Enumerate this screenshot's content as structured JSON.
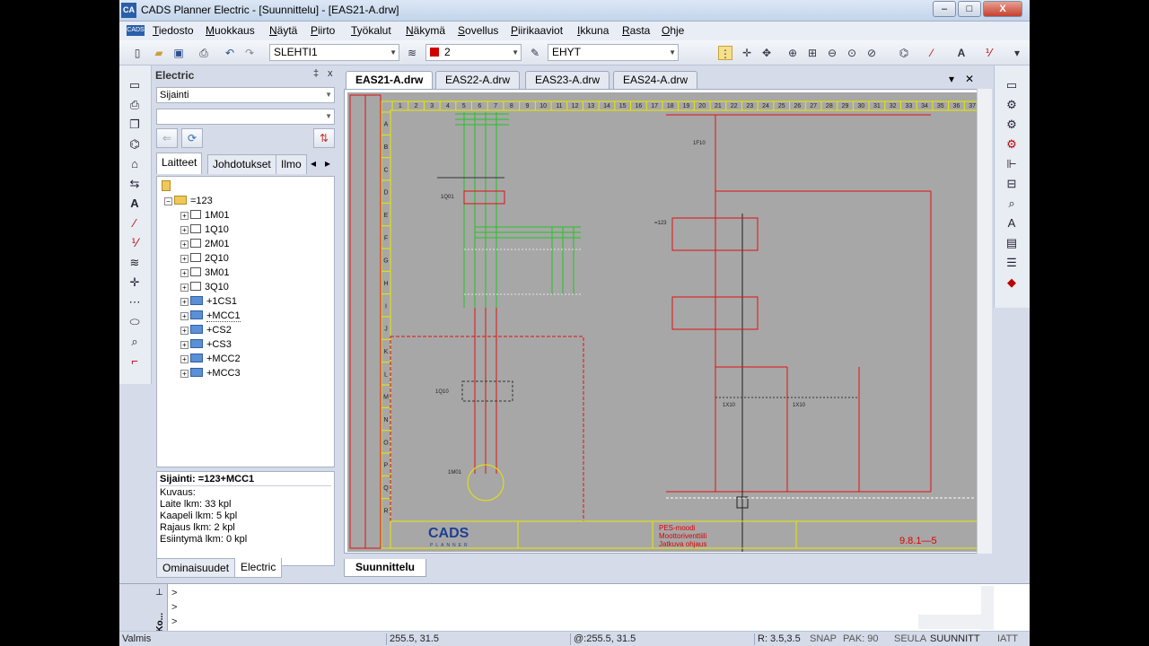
{
  "window": {
    "logo": "CA",
    "title": "CADS Planner Electric - [Suunnittelu] - [EAS21-A.drw]",
    "minimize": "–",
    "maximize": "□",
    "close": "X"
  },
  "menu": {
    "logo": "CADS",
    "items": [
      "Tiedosto",
      "Muokkaus",
      "Näytä",
      "Piirto",
      "Työkalut",
      "Näkymä",
      "Sovellus",
      "Piirikaaviot",
      "Ikkuna",
      "Rasta",
      "Ohje"
    ]
  },
  "toolbar": {
    "sheet_combo": "SLEHTI1",
    "color_combo": "2",
    "linetype_combo": "EHYT",
    "color_value": "#d10000"
  },
  "panel": {
    "title": "Electric",
    "pin": "‡",
    "close": "x",
    "location_combo": "Sijainti",
    "filter_combo": "",
    "tabs": [
      "Laitteet",
      "Johdotukset",
      "Ilmo"
    ],
    "tree_root": "=123",
    "tree_items": [
      "1M01",
      "1Q10",
      "2M01",
      "2Q10",
      "3M01",
      "3Q10",
      "+1CS1",
      "+MCC1",
      "+CS2",
      "+CS3",
      "+MCC2",
      "+MCC3"
    ],
    "props": {
      "location": "Sijainti: =123+MCC1",
      "description": "Kuvaus:",
      "device_count": "Laite lkm: 33 kpl",
      "cable_count": "Kaapeli lkm: 5 kpl",
      "limit_count": "Rajaus lkm: 2 kpl",
      "instance_count": "Esiintymä lkm: 0 kpl"
    },
    "bottom_tabs": [
      "Ominaisuudet",
      "Electric"
    ]
  },
  "document": {
    "tabs": [
      "EAS21-A.drw",
      "EAS22-A.drw",
      "EAS23-A.drw",
      "EAS24-A.drw"
    ],
    "bottom_tab": "Suunnittelu",
    "ruler_numbers": [
      "1",
      "2",
      "3",
      "4",
      "5",
      "6",
      "7",
      "8",
      "9",
      "10",
      "11",
      "12",
      "13",
      "14",
      "15",
      "16",
      "17",
      "18",
      "19",
      "20",
      "21",
      "22",
      "23",
      "24",
      "25",
      "26",
      "27",
      "28",
      "29",
      "30",
      "31",
      "32",
      "33",
      "34",
      "35",
      "36",
      "37"
    ],
    "ruler_letters": [
      "A",
      "B",
      "C",
      "D",
      "E",
      "F",
      "G",
      "H",
      "I",
      "J",
      "K",
      "L",
      "M",
      "N",
      "O",
      "P",
      "Q",
      "R"
    ],
    "title_block": {
      "logo": "CADS",
      "logo_sub": "PLANNER",
      "line1": "PES-moodi",
      "line2": "Moottoriventtiili",
      "line3": "Jatkuva ohjaus",
      "number": "9.8.1—5"
    },
    "labels": {
      "q01": "1Q01",
      "f10": "1F10",
      "q123": "=123",
      "q10": "1Q10",
      "m01": "1M01",
      "x10": "1X10",
      "k10": "1X10"
    }
  },
  "command": {
    "prompt": ">",
    "side_label": "Ko..."
  },
  "status": {
    "ready": "Valmis",
    "coords": "255.5, 31.5",
    "rel_coords": "@:255.5, 31.5",
    "grid": "R: 3.5,3.5",
    "snap": "SNAP",
    "pak": "PAK: 90",
    "seula": "SEULA",
    "mode": "SUUNNITT",
    "att": "IATT"
  }
}
